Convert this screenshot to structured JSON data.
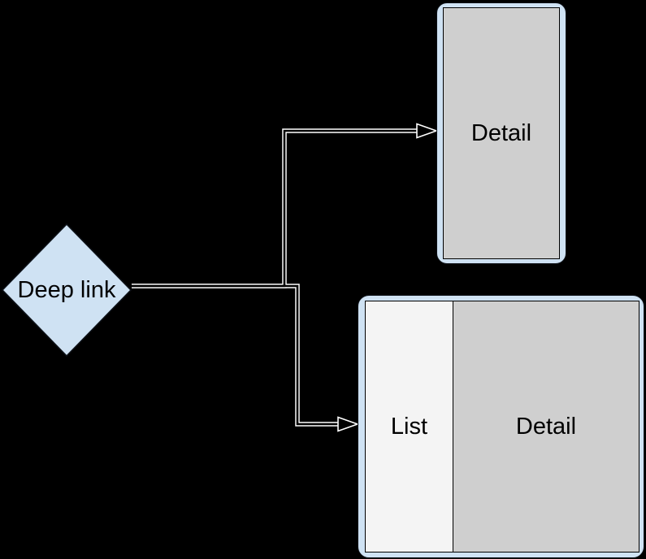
{
  "title": "Deep link navigation diagram",
  "colors": {
    "background": "#000000",
    "node_fill": "#cfe2f3",
    "frame_fill": "#cfe2f3",
    "screen_fill": "#cfcfcf",
    "list_fill": "#f4f4f4",
    "shape_stroke": "#000000",
    "connector_core": "#000000",
    "connector_halo": "#ffffff",
    "text": "#000000"
  },
  "decision": {
    "label": "Deep link"
  },
  "phone": {
    "screen_label": "Detail"
  },
  "tablet": {
    "list_label": "List",
    "detail_label": "Detail"
  }
}
